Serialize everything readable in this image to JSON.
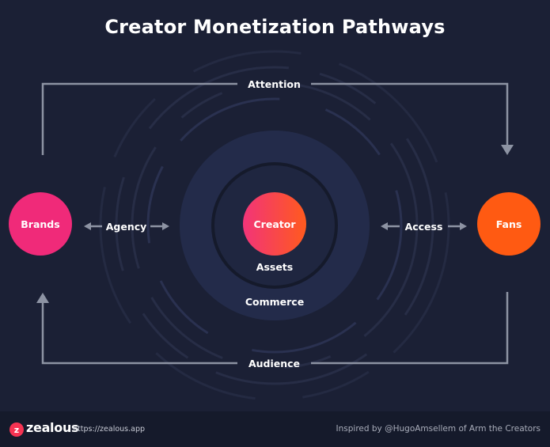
{
  "title": "Creator Monetization Pathways",
  "nodes": {
    "brands": "Brands",
    "creator": "Creator",
    "fans": "Fans"
  },
  "rings": {
    "inner": "Assets",
    "outer": "Commerce"
  },
  "arrows": {
    "top": "Attention",
    "bottom": "Audience",
    "left": "Agency",
    "right": "Access"
  },
  "footer": {
    "logo_letter": "z",
    "logo_text": "zealous",
    "url": "https://zealous.app",
    "credit": "Inspired by @HugoAmsellem of Arm the Creators"
  },
  "colors": {
    "background": "#1b2035",
    "footer": "#151a2b",
    "line": "#8d93a3",
    "brands": "#f02a79",
    "fans": "#ff5a12",
    "creator_gradient": [
      "#f23479",
      "#ff5a1e"
    ],
    "ring_fill": "#232b4a"
  },
  "icons": [
    "zealous-logo-icon",
    "left-right-arrow-icon",
    "down-arrow-icon",
    "up-arrow-icon"
  ]
}
